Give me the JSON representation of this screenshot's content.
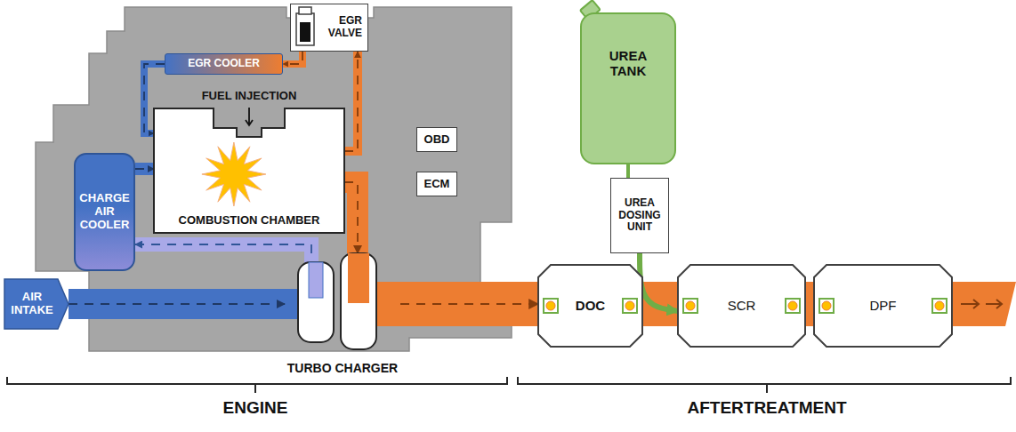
{
  "diagram": {
    "nodes": [
      {
        "text": [
          "EGR COOLER"
        ]
      },
      {
        "text": [
          "EGR VALVE"
        ]
      },
      {
        "text": [
          "FUEL INJECTION",
          "COMBUSTION CHAMBER"
        ]
      },
      {
        "text": [
          "OBD"
        ]
      },
      {
        "text": [
          "ECM"
        ]
      },
      {
        "text": [
          "CHARGE AIR COOLER"
        ]
      },
      {
        "text": [
          "AIR INTAKE"
        ]
      },
      {
        "text": [
          "TURBO CHARGER"
        ]
      },
      {
        "text": [
          "UREA TANK"
        ]
      },
      {
        "text": [
          "UREA DOSING UNIT"
        ]
      },
      {
        "text": [
          "DOC"
        ]
      },
      {
        "text": [
          "SCR"
        ]
      },
      {
        "text": [
          "DPF"
        ]
      }
    ],
    "edges": [
      {
        "from": 6,
        "to": 7,
        "arrow": "to"
      },
      {
        "from": 7,
        "to": 5,
        "arrow": "to"
      },
      {
        "from": 5,
        "to": 2,
        "arrow": "to"
      },
      {
        "from": 2,
        "to": 1,
        "arrow": "to"
      },
      {
        "from": 1,
        "to": 0,
        "arrow": "to"
      },
      {
        "from": 0,
        "to": 2,
        "arrow": "to"
      },
      {
        "from": 2,
        "to": 7,
        "arrow": "to"
      },
      {
        "from": 7,
        "to": 10,
        "arrow": "to"
      },
      {
        "from": 10,
        "to": 11,
        "arrow": "none"
      },
      {
        "from": 11,
        "to": 12,
        "arrow": "none"
      },
      {
        "from": 8,
        "to": 9,
        "arrow": "none"
      },
      {
        "from": 9,
        "to": 11,
        "arrow": "to"
      }
    ],
    "labels": [
      "ENGINE",
      "AFTERTREATMENT"
    ]
  }
}
